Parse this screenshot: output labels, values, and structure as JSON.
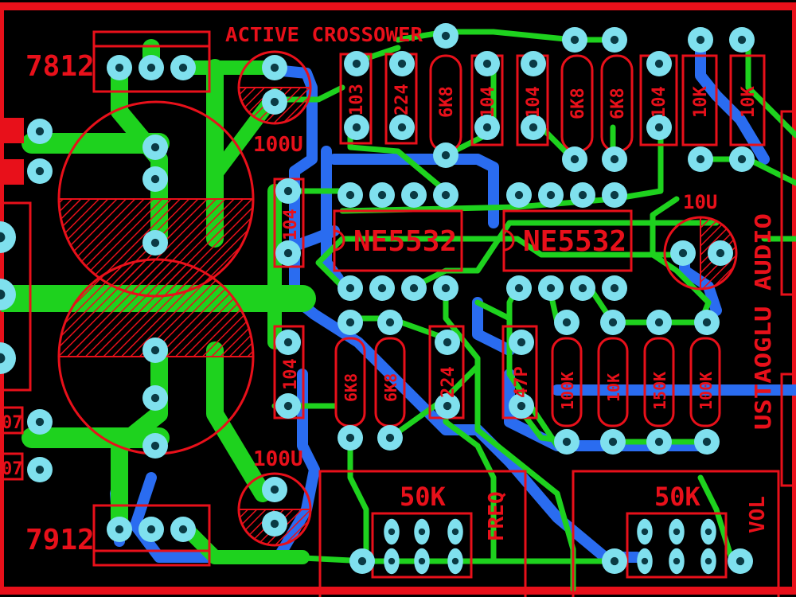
{
  "colors": {
    "board": "#000000",
    "silk": "#e8101a",
    "top_trace": "#1ed21e",
    "bottom_trace": "#2a6cf0",
    "pad": "#7fe0ee",
    "hole": "#0a3a44"
  },
  "board": {
    "title": "ACTIVE CROSSOWER",
    "brand": "USTAOGLU AUDIO"
  },
  "regulators": {
    "positive": "7812",
    "negative": "7912"
  },
  "capacitors": {
    "cap_top": "100U",
    "cap_bottom": "100U",
    "cap_right": "10U"
  },
  "top_resistors": [
    "103",
    "224",
    "6K8",
    "104",
    "104",
    "6K8",
    "6K8",
    "104",
    "10K",
    "10K"
  ],
  "side_caps": [
    "104",
    "104"
  ],
  "ics": [
    "NE5532",
    "NE5532"
  ],
  "lower_parts": [
    "6K8",
    "6K8",
    "224",
    "47P",
    "100K",
    "10K",
    "150K",
    "100K"
  ],
  "pots": [
    {
      "value": "50K",
      "function": "FREQ"
    },
    {
      "value": "50K",
      "function": "VOL"
    }
  ],
  "edge_labels": [
    "07",
    "07"
  ]
}
